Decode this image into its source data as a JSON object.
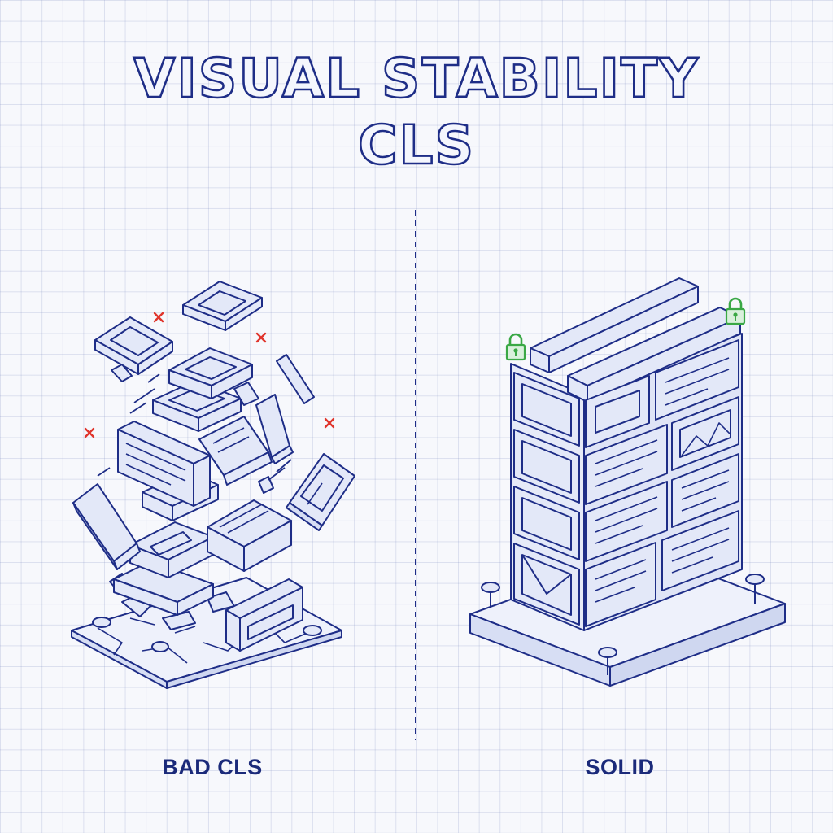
{
  "title": {
    "line1": "VISUAL STABILITY",
    "line2": "CLS"
  },
  "panels": {
    "left": {
      "caption": "BAD CLS"
    },
    "right": {
      "caption": "SOLID"
    }
  },
  "colors": {
    "ink": "#1e2d87",
    "fill": "#e3e8f8",
    "error_mark": "#e0342b",
    "lock": "#3aa845"
  },
  "icons": {
    "error_marks": "x-icon",
    "locks": "padlock-icon"
  }
}
